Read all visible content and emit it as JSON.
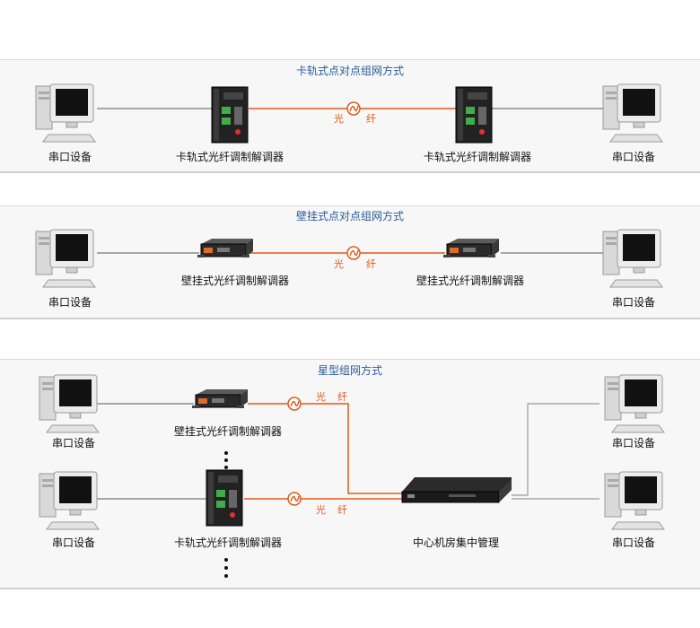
{
  "sections": [
    {
      "title": "卡轨式点对点组网方式",
      "left_device": "串口设备",
      "right_device": "串口设备",
      "left_modem": "卡轨式光纤调制解调器",
      "right_modem": "卡轨式光纤调制解调器",
      "fiber_label_1": "光",
      "fiber_label_2": "纤"
    },
    {
      "title": "壁挂式点对点组网方式",
      "left_device": "串口设备",
      "right_device": "串口设备",
      "left_modem": "壁挂式光纤调制解调器",
      "right_modem": "壁挂式光纤调制解调器",
      "fiber_label_1": "光",
      "fiber_label_2": "纤"
    },
    {
      "title": "星型组网方式",
      "top_left_device": "串口设备",
      "bottom_left_device": "串口设备",
      "top_right_device": "串口设备",
      "bottom_right_device": "串口设备",
      "top_modem": "壁挂式光纤调制解调器",
      "bottom_modem": "卡轨式光纤调制解调器",
      "center": "中心机房集中管理",
      "fiber_top_1": "光",
      "fiber_top_2": "纤",
      "fiber_bottom_1": "光",
      "fiber_bottom_2": "纤"
    }
  ],
  "colors": {
    "fiber": "#e05a1a",
    "cable": "#777777",
    "title": "#2a5a9a"
  }
}
